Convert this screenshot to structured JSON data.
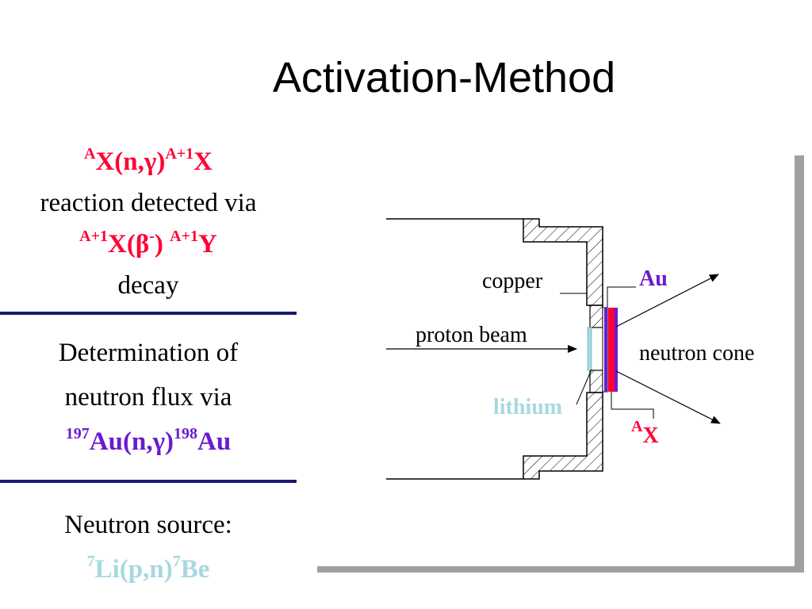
{
  "title": "Activation-Method",
  "reaction": {
    "a": "A",
    "x1": "X(n,γ)",
    "a1": "A+1",
    "x2": "X",
    "line2": "reaction detected via",
    "a1b": "A+1",
    "x3": "X(β",
    "minus": "-",
    "close": ")",
    "a1c": "A+1",
    "y": "Y",
    "line4": "decay"
  },
  "flux": {
    "line1": "Determination of",
    "line2": "neutron flux via",
    "m197": "197",
    "au1": "Au(n,γ)",
    "m198": "198",
    "au2": "Au"
  },
  "source": {
    "line1": "Neutron source:",
    "m7a": "7",
    "li": "Li(p,n)",
    "m7b": "7",
    "be": "Be"
  },
  "diagram": {
    "copper": "copper",
    "au": "Au",
    "proton_beam": "proton beam",
    "neutron_cone": "neutron cone",
    "lithium": "lithium",
    "ax_sup": "A",
    "ax": "X"
  },
  "colors": {
    "red": "#ff0033",
    "purple": "#6a1bd1",
    "lithium": "#a8d8e0",
    "rule": "#1a1a6e"
  }
}
